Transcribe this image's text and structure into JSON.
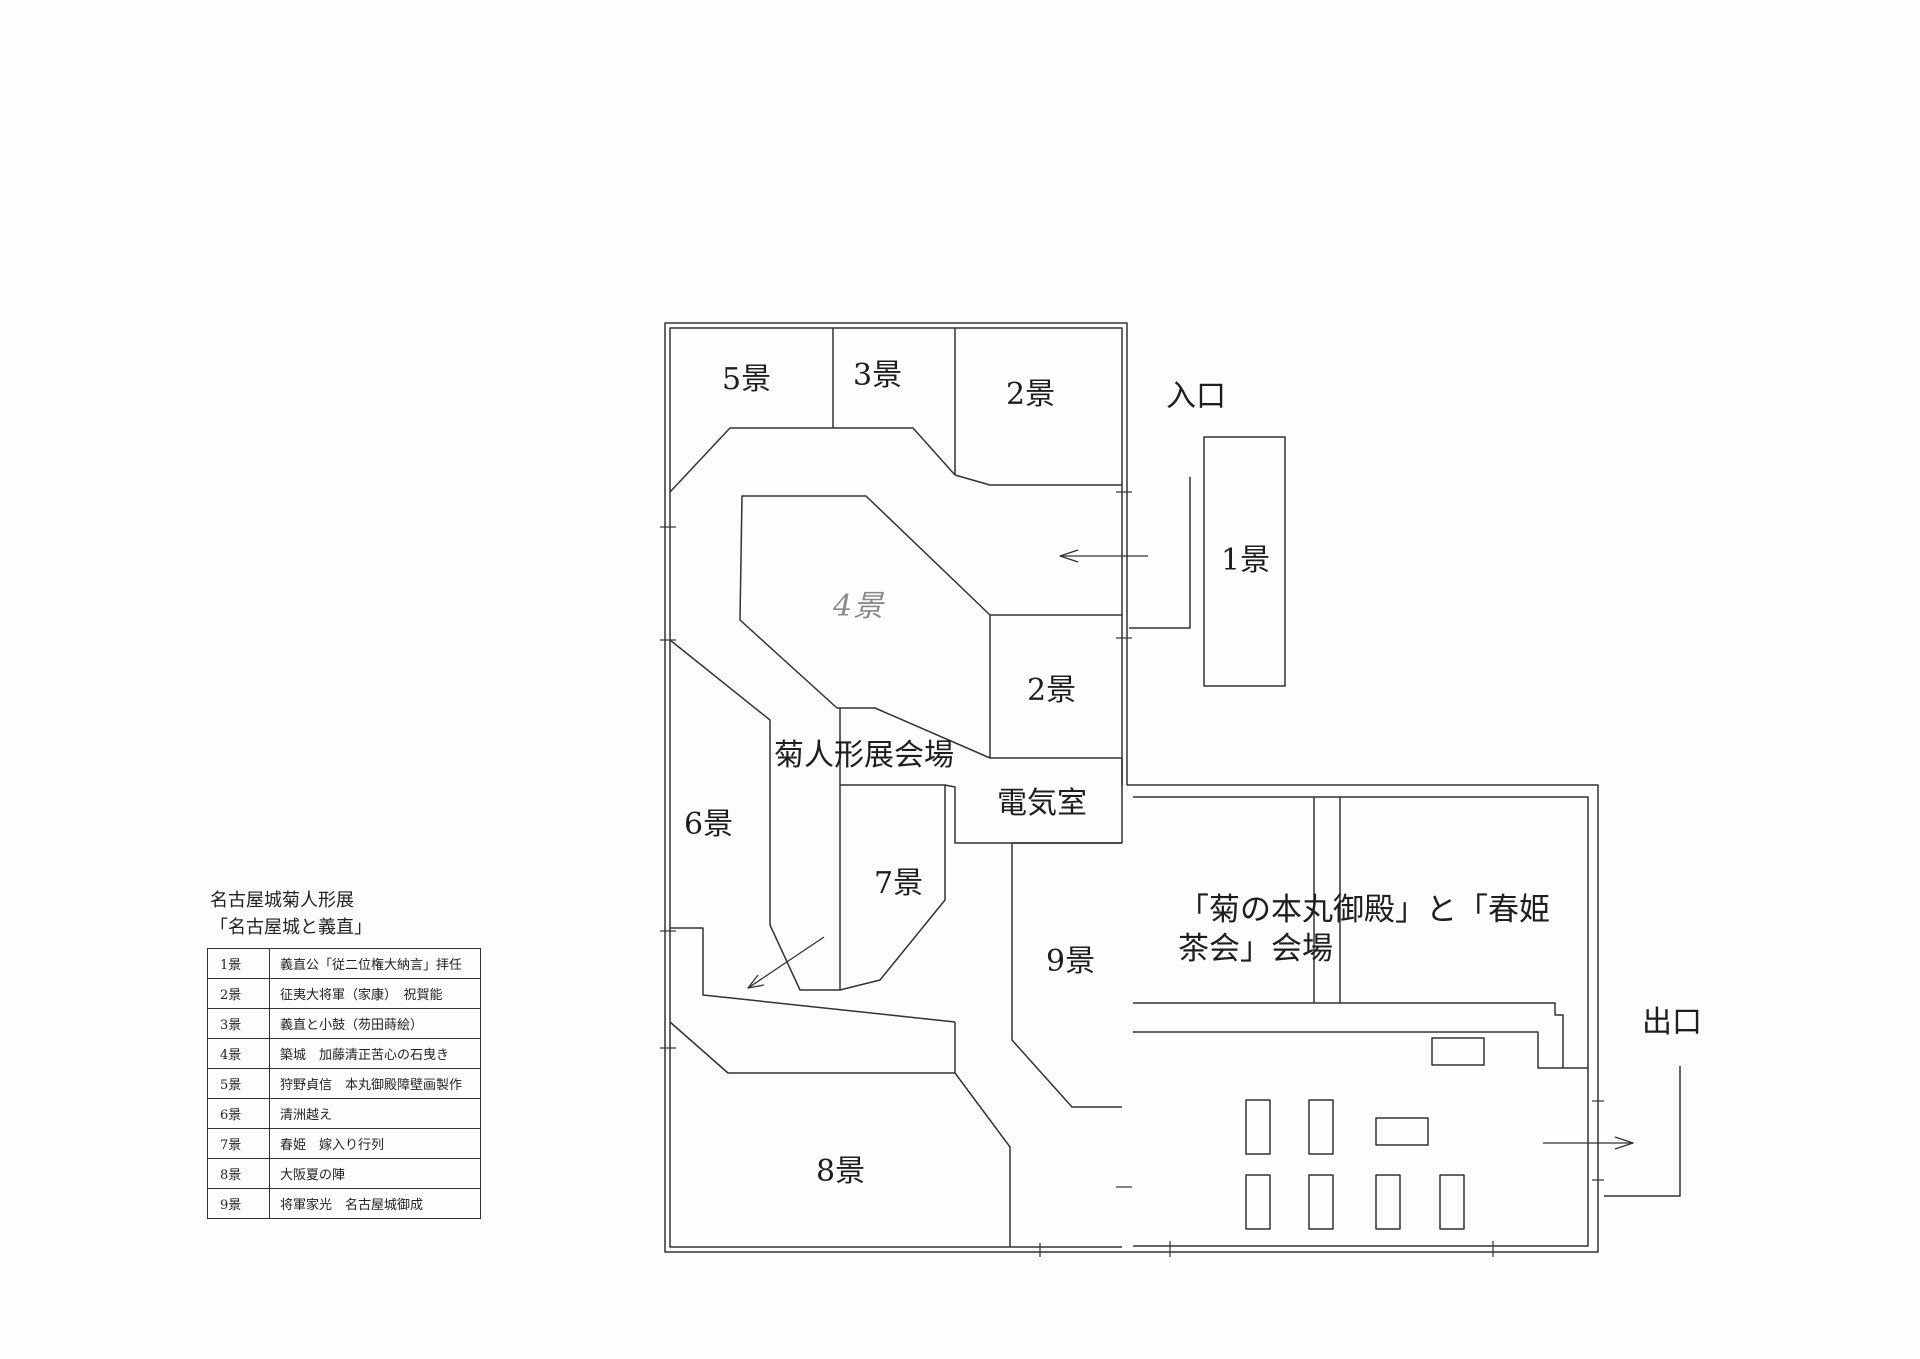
{
  "page": {
    "legend_title_line1": "名古屋城菊人形展",
    "legend_title_line2": "「名古屋城と義直」"
  },
  "legend": [
    {
      "key": "1景",
      "desc": "義直公「従二位権大納言」拝任"
    },
    {
      "key": "2景",
      "desc": "征夷大将軍（家康）　祝賀能"
    },
    {
      "key": "3景",
      "desc": "義直と小鼓（芴田蒔絵）"
    },
    {
      "key": "4景",
      "desc": "築城　加藤清正苦心の石曳き"
    },
    {
      "key": "5景",
      "desc": "狩野貞信　本丸御殿障壁画製作"
    },
    {
      "key": "6景",
      "desc": "清洲越え"
    },
    {
      "key": "7景",
      "desc": "春姫　嫁入り行列"
    },
    {
      "key": "8景",
      "desc": "大阪夏の陣"
    },
    {
      "key": "9景",
      "desc": "将軍家光　名古屋城御成"
    }
  ],
  "map": {
    "entrance": "入口",
    "exit": "出口",
    "main_hall": "菊人形展会場",
    "electric_room": "電気室",
    "sub_hall_line1": "「菊の本丸御殿」と「春姫",
    "sub_hall_line2": "茶会」会場",
    "scenes": {
      "s1": "1景",
      "s2_top": "2景",
      "s2_mid": "2景",
      "s3": "3景",
      "s4": "4景",
      "s5": "5景",
      "s6": "6景",
      "s7": "7景",
      "s8": "8景",
      "s9": "9景"
    }
  }
}
